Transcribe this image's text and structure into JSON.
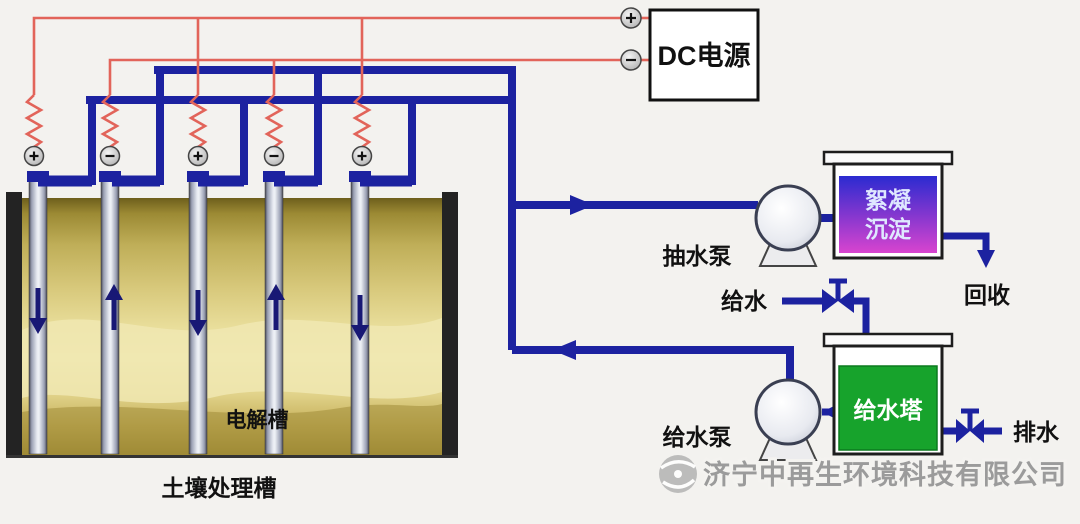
{
  "colors": {
    "bg": "#f3f2ef",
    "pipe": "#1c22a0",
    "wire": "#e2645a",
    "tower-green": "#17a32c",
    "flocc-top": "#2b2bd0",
    "flocc-bottom": "#d844cf",
    "soil-mid": "#e9de9b"
  },
  "power_supply": {
    "label": "DC电源",
    "positive_symbol": "+",
    "negative_symbol": "−"
  },
  "soil_tank": {
    "label": "电解槽",
    "caption": "土壤处理槽",
    "electrode_terminals": [
      "+",
      "−",
      "+",
      "−",
      "+"
    ]
  },
  "pumps": {
    "extraction": "抽水泵",
    "supply": "给水泵"
  },
  "flocculation_tank": {
    "line1": "絮凝",
    "line2": "沉淀"
  },
  "water_tower": {
    "label": "给水塔"
  },
  "flow_labels": {
    "supply": "给水",
    "recycle": "回收",
    "drain": "排水"
  },
  "watermark": {
    "company": "济宁中再生环境科技有限公司"
  }
}
